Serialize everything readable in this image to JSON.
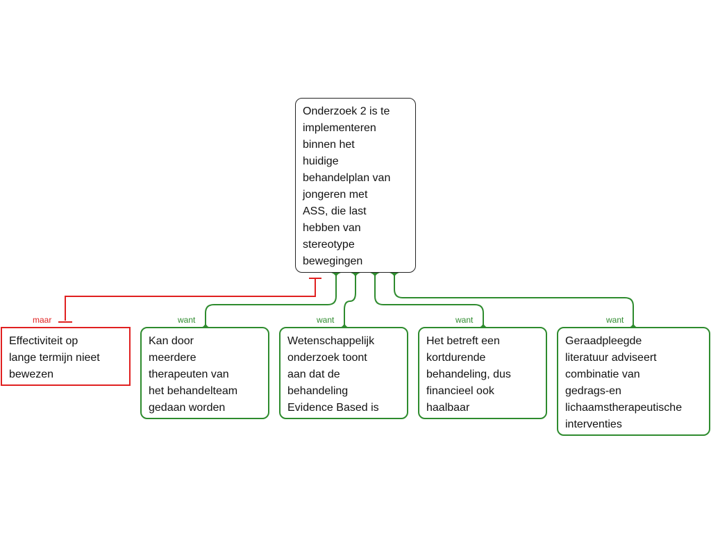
{
  "colors": {
    "reason": "#2e8b2e",
    "objection": "#e02020",
    "claim_border": "#222222"
  },
  "claim": {
    "text": "Onderzoek 2 is te\nimplementeren\nbinnen het\nhuidige\nbehandelplan van\njongeren met\nASS, die last\nhebben van\nstereotype\nbewegingen"
  },
  "objections": [
    {
      "connector": "maar",
      "text": "Effectiviteit op\nlange termijn nieet\nbewezen"
    }
  ],
  "reasons": [
    {
      "connector": "want",
      "text": "Kan door\nmeerdere\ntherapeuten van\nhet behandelteam\ngedaan worden"
    },
    {
      "connector": "want",
      "text": "Wetenschappelijk\nonderzoek toont\naan dat de\nbehandeling\nEvidence Based is"
    },
    {
      "connector": "want",
      "text": "Het betreft een\nkortdurende\nbehandeling, dus\nfinancieel ook\nhaalbaar"
    },
    {
      "connector": "want",
      "text": "Geraadpleegde\nliteratuur adviseert\ncombinatie van\ngedrags-en\nlichaamstherapeutische\ninterventies"
    }
  ]
}
